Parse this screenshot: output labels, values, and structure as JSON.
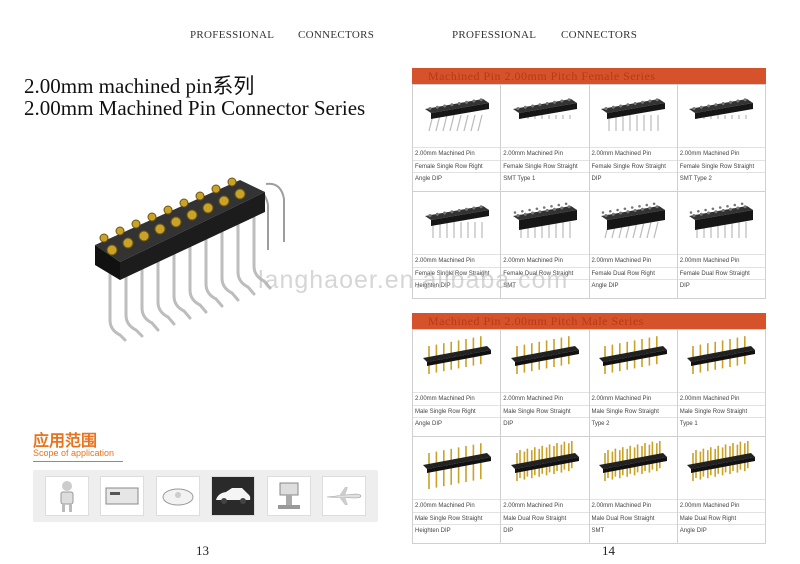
{
  "left_page": {
    "header_left": "PROFESSIONAL",
    "header_right": "CONNECTORS",
    "title_line1": "2.00mm machined pin系列",
    "title_line2": "2.00mm Machined Pin Connector Series",
    "scope_cn": "应用范围",
    "scope_en": "Scope of application",
    "applications": [
      "robot-icon",
      "device-box-icon",
      "robot-vacuum-icon",
      "car-icon",
      "medical-device-icon",
      "airplane-icon"
    ],
    "page_number": "13"
  },
  "right_page": {
    "header_left": "PROFESSIONAL",
    "header_right": "CONNECTORS",
    "watermark": "langhaoer.en.alibaba.com",
    "female_banner": "Machined Pin 2.00mm Pitch Female Series",
    "male_banner": "Machined Pin 2.00mm Pitch Male Series",
    "female_items": [
      {
        "l1": "2.00mm Machined Pin",
        "l2": "Female Single Row Right",
        "l3": "Angle DIP"
      },
      {
        "l1": "2.00mm Machined Pin",
        "l2": "Female Single Row Straight",
        "l3": "SMT Type 1"
      },
      {
        "l1": "2.00mm Machined Pin",
        "l2": "Female Single Row Straight",
        "l3": "DIP"
      },
      {
        "l1": "2.00mm Machined Pin",
        "l2": "Female Single Row Straight",
        "l3": "SMT Type 2"
      },
      {
        "l1": "2.00mm Machined Pin",
        "l2": "Female Single Row Straight",
        "l3": "Heighten DIP"
      },
      {
        "l1": "2.00mm Machined Pin",
        "l2": "Female Dual Row Straight",
        "l3": "SMT"
      },
      {
        "l1": "2.00mm Machined Pin",
        "l2": "Female Dual Row Right",
        "l3": "Angle DIP"
      },
      {
        "l1": "2.00mm Machined Pin",
        "l2": "Female Dual Row Straight",
        "l3": "DIP"
      }
    ],
    "male_items": [
      {
        "l1": "2.00mm Machined Pin",
        "l2": "Male Single Row Right",
        "l3": "Angle DIP"
      },
      {
        "l1": "2.00mm Machined Pin",
        "l2": "Male Single Row Straight",
        "l3": "DIP"
      },
      {
        "l1": "2.00mm Machined Pin",
        "l2": "Male Single Row Straight",
        "l3": "Type 2"
      },
      {
        "l1": "2.00mm Machined Pin",
        "l2": "Male Single Row Straight",
        "l3": "Type 1"
      },
      {
        "l1": "2.00mm Machined Pin",
        "l2": "Male Single Row Straight",
        "l3": "Heighten DIP"
      },
      {
        "l1": "2.00mm Machined Pin",
        "l2": "Male Dual Row Straight",
        "l3": "DIP"
      },
      {
        "l1": "2.00mm Machined Pin",
        "l2": "Male Dual Row Straight",
        "l3": "SMT"
      },
      {
        "l1": "2.00mm Machined Pin",
        "l2": "Male Dual Row Right",
        "l3": "Angle DIP"
      }
    ],
    "page_number": "14"
  },
  "colors": {
    "accent": "#e8731c",
    "banner": "#d5522a",
    "banner_text": "#b83a16",
    "connector": "#1c1c1c",
    "gold": "#c9a227"
  }
}
